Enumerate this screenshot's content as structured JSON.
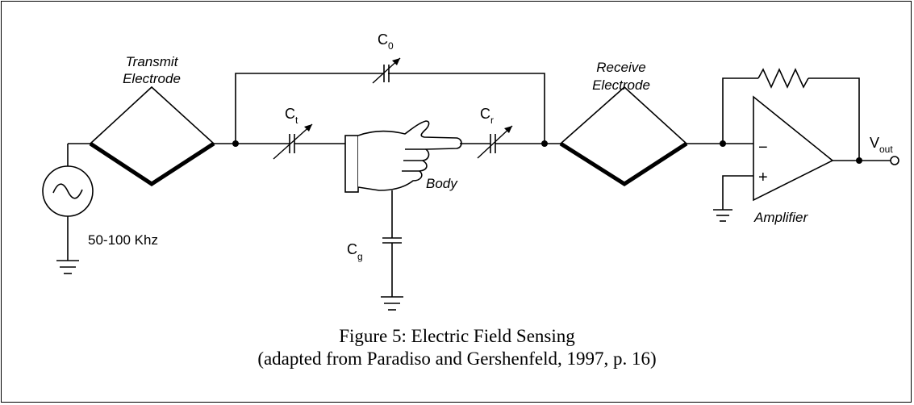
{
  "labels": {
    "transmit_line1": "Transmit",
    "transmit_line2": "Electrode",
    "receive_line1": "Receive",
    "receive_line2": "Electrode",
    "c0_main": "C",
    "c0_sub": "0",
    "ct_main": "C",
    "ct_sub": "t",
    "cr_main": "C",
    "cr_sub": "r",
    "cg_main": "C",
    "cg_sub": "g",
    "vout_main": "V",
    "vout_sub": "out",
    "body": "Body",
    "source_freq": "50-100 Khz",
    "amplifier": "Amplifier",
    "minus": "−",
    "plus": "+"
  },
  "caption": {
    "line1": "Figure 5: Electric Field Sensing",
    "line2": "(adapted from Paradiso and Gershenfeld, 1997, p. 16)"
  }
}
